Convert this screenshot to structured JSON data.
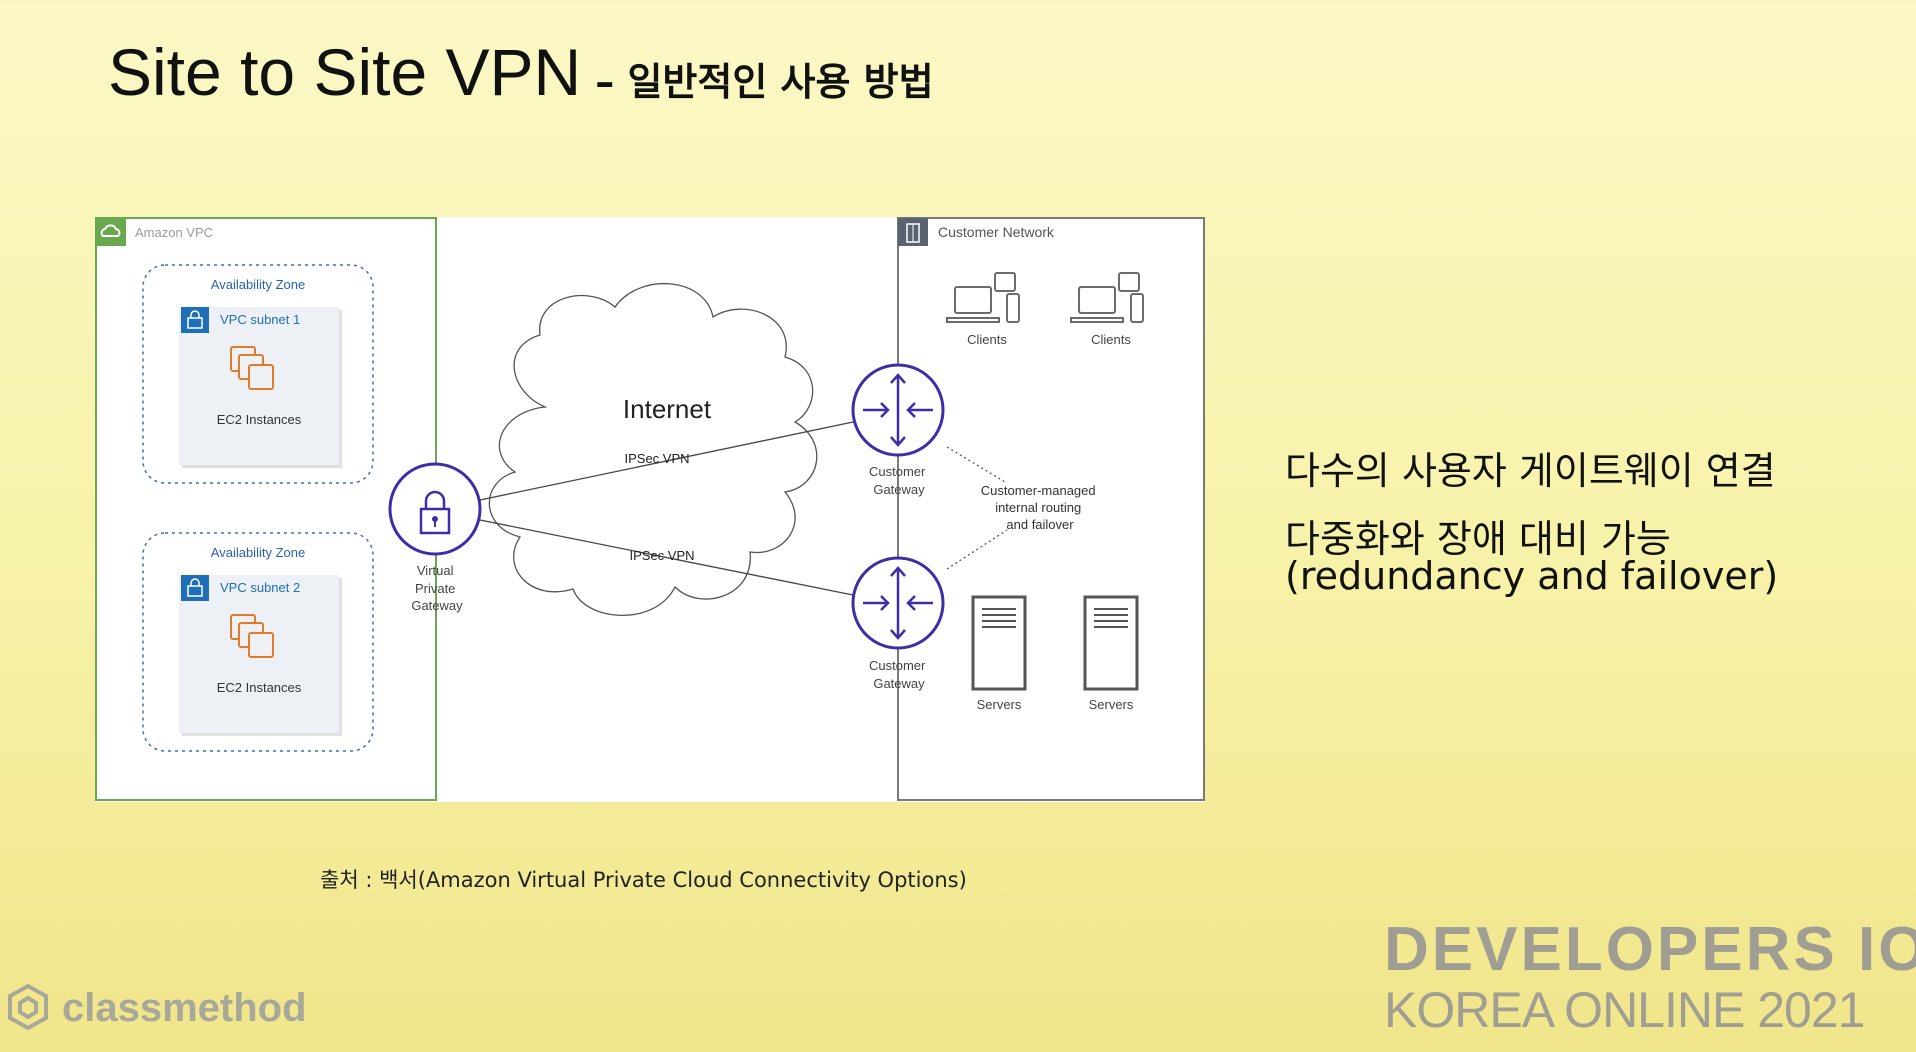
{
  "slide": {
    "title": "Site to Site VPN",
    "subtitle": "– 일반적인 사용 방법",
    "bullets": [
      "다수의 사용자 게이트웨이 연결",
      "다중화와 장애 대비 가능",
      "(redundancy and failover)"
    ],
    "source": "출처 : 백서(Amazon Virtual Private Cloud Connectivity Options)",
    "brand_left": "classmethod",
    "brand_right_line1": "DEVELOPERS IO",
    "brand_right_line2": "KOREA ONLINE 2021"
  },
  "diagram": {
    "vpc_label": "Amazon VPC",
    "customer_network_label": "Customer Network",
    "az1_label": "Availability Zone",
    "az2_label": "Availability Zone",
    "subnet1_label": "VPC subnet 1",
    "subnet2_label": "VPC subnet 2",
    "ec2_label_1": "EC2 Instances",
    "ec2_label_2": "EC2 Instances",
    "internet_label": "Internet",
    "ipsec_label_top": "IPSec VPN",
    "ipsec_label_bottom": "IPSec VPN",
    "vgw_label": [
      "Virtual",
      "Private",
      "Gateway"
    ],
    "cgw_label_top": [
      "Customer",
      "Gateway"
    ],
    "cgw_label_bottom": [
      "Customer",
      "Gateway"
    ],
    "routing_label": [
      "Customer-managed",
      "internal routing",
      "and failover"
    ],
    "clients_label_1": "Clients",
    "clients_label_2": "Clients",
    "servers_label_1": "Servers",
    "servers_label_2": "Servers"
  },
  "colors": {
    "vpc_green": "#6aa84f",
    "subnet_blue": "#1f6fb8",
    "ec2_orange": "#e07b2a",
    "gateway_purple": "#3d2ea8",
    "gray": "#6b6b6b"
  }
}
